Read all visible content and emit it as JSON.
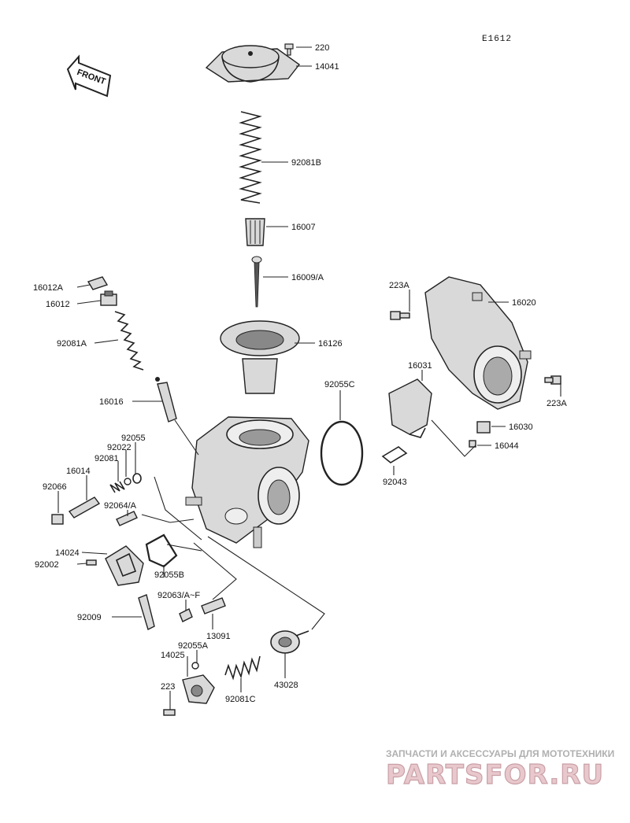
{
  "diagram_code": "E1612",
  "front_label": "FRONT",
  "watermark": {
    "line1": "ЗАПЧАСТИ И АКСЕССУАРЫ ДЛЯ МОТОТЕХНИКИ",
    "line2": "PARTSFOR.RU"
  },
  "part_labels": {
    "p220": "220",
    "p14041": "14041",
    "p92081B": "92081B",
    "p16007": "16007",
    "p16009A": "16009/A",
    "p16012A": "16012A",
    "p16012": "16012",
    "p92081A": "92081A",
    "p16126": "16126",
    "p16016": "16016",
    "p92055": "92055",
    "p92022": "92022",
    "p92081": "92081",
    "p16014": "16014",
    "p92066": "92066",
    "p92064A": "92064/A",
    "p14024": "14024",
    "p92002": "92002",
    "p92055B": "92055B",
    "p92009": "92009",
    "p92063AF": "92063/A~F",
    "p13091": "13091",
    "p92055A": "92055A",
    "p14025": "14025",
    "p223": "223",
    "p92081C": "92081C",
    "p43028": "43028",
    "p223A_top": "223A",
    "p16020": "16020",
    "p16031": "16031",
    "p92055C": "92055C",
    "p223A_right": "223A",
    "p16030": "16030",
    "p16044": "16044",
    "p92043": "92043"
  }
}
